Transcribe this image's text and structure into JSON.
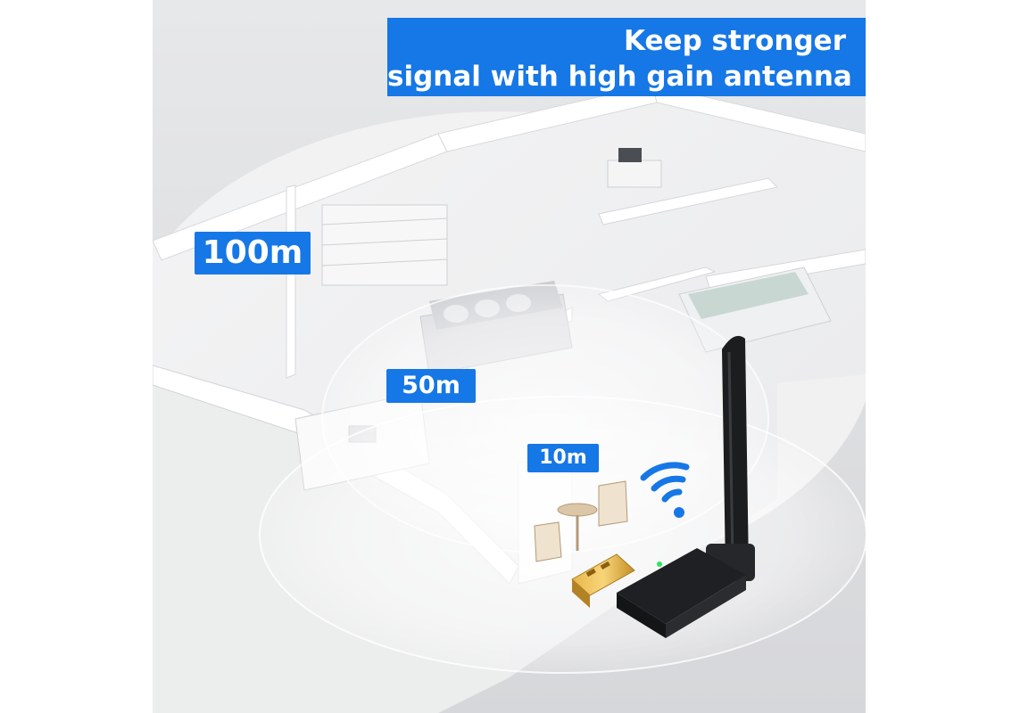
{
  "headline": {
    "line1": "Keep stronger",
    "line2": "signal with high gain antenna"
  },
  "range_labels": {
    "far": "100m",
    "mid": "50m",
    "near": "10m"
  },
  "colors": {
    "accent": "#1677e6",
    "background": "#e3e4e6"
  },
  "icons": {
    "signal": "wifi-icon"
  }
}
